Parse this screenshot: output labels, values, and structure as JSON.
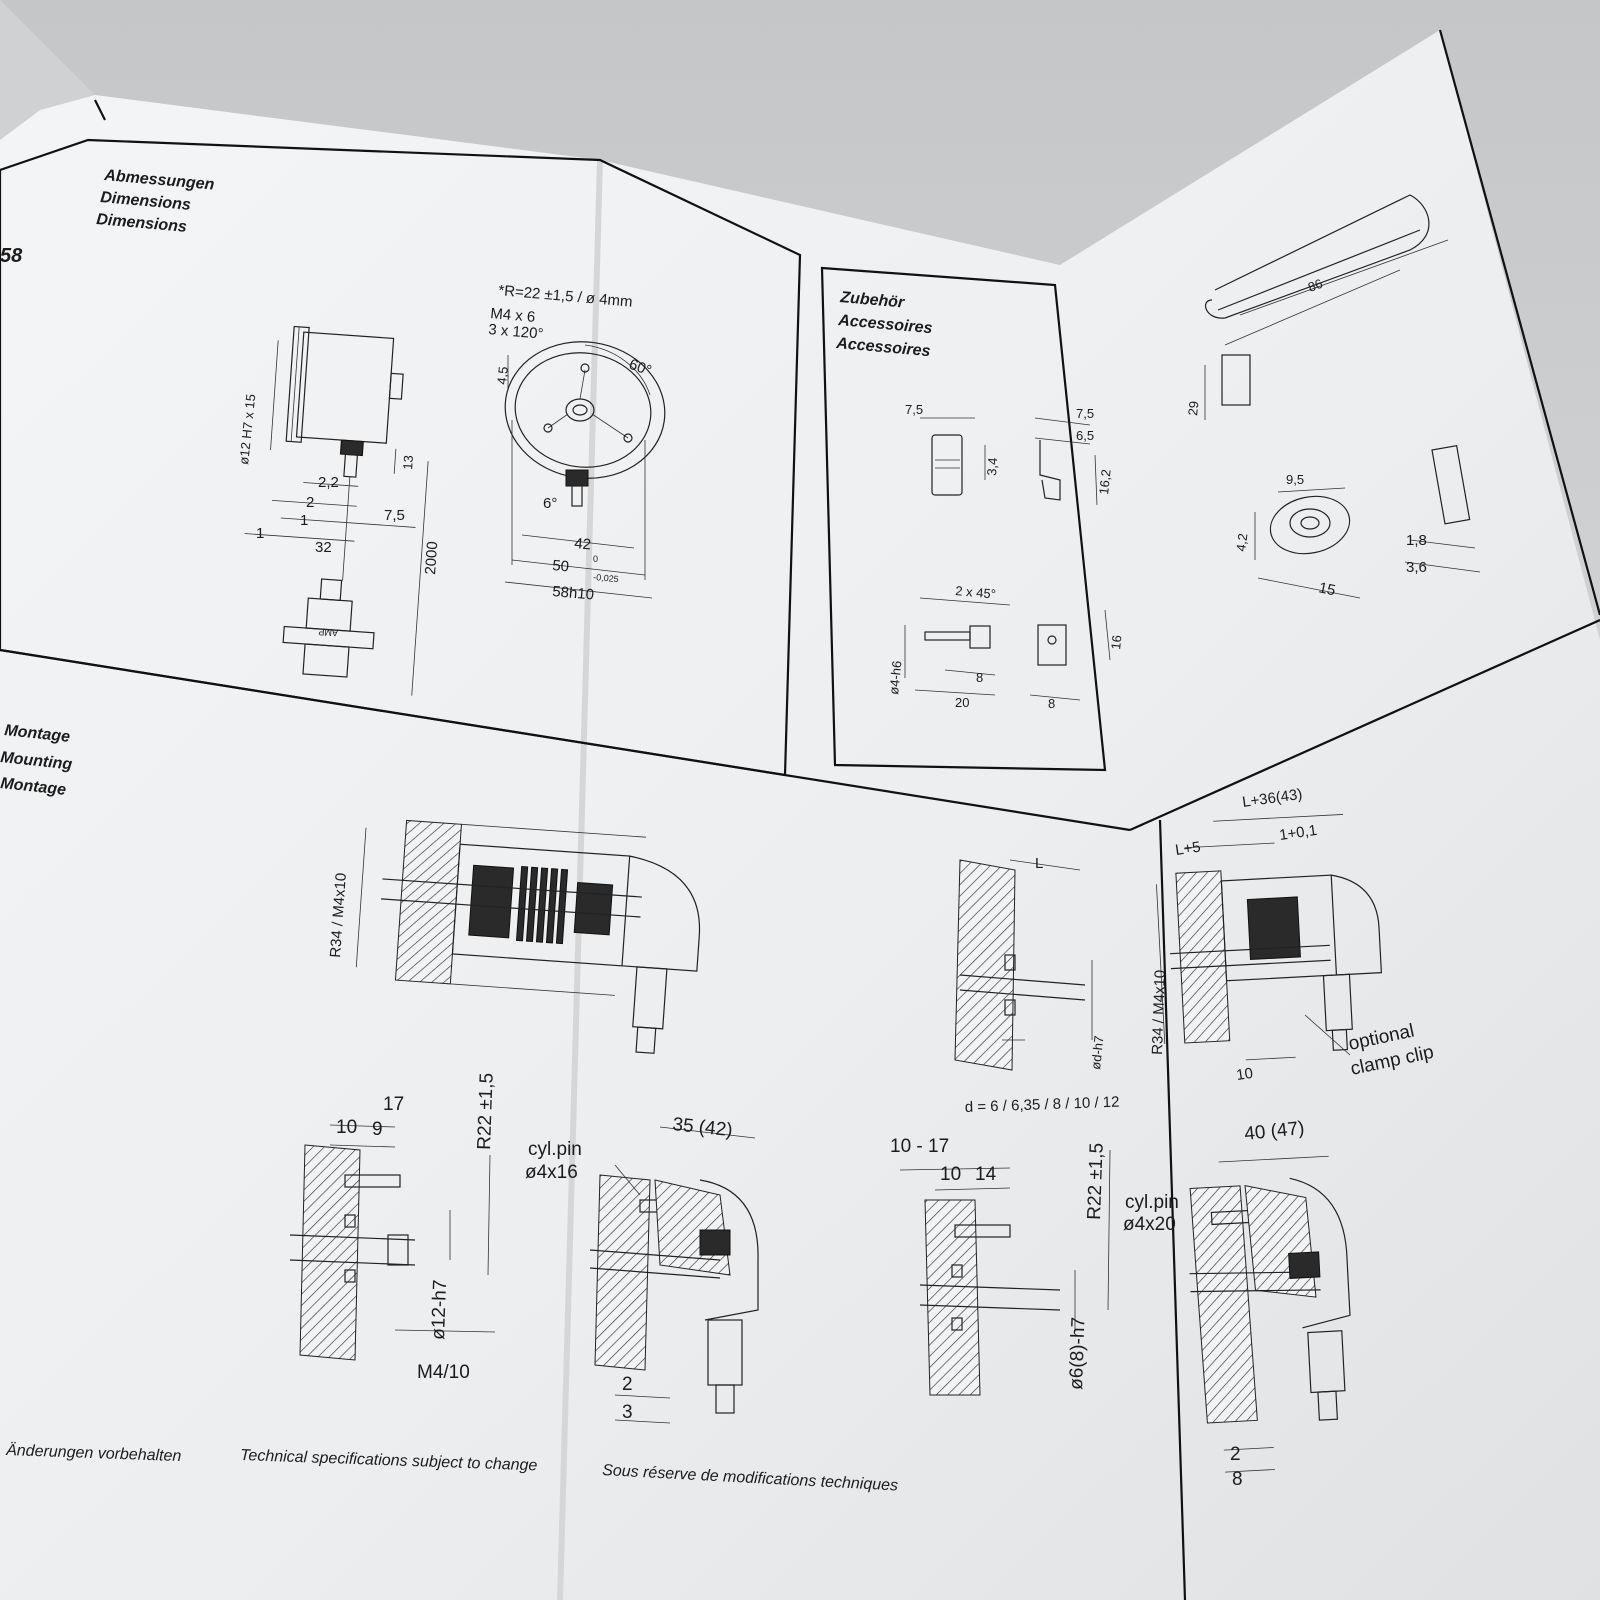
{
  "page": {
    "language_note": ""
  },
  "side_mark": "58",
  "dimensions": {
    "heading": [
      "Abmessungen",
      "Dimensions",
      "Dimensions"
    ],
    "side_view": {
      "diameter": "ø12 H7 x 15",
      "d13": "13",
      "d2_2": "2,2",
      "d2": "2",
      "d1a": "1",
      "d7_5": "7,5",
      "d1b": "1",
      "d32": "32",
      "cable": "2000",
      "connector": "AMP"
    },
    "front_view": {
      "note_r": "*R=22 ±1,5 / ø 4mm",
      "screw": "M4 x 6",
      "screw_pattern": "3 x 120°",
      "d4_5": "4,5",
      "angle60": "60°",
      "angle6": "6°",
      "d42": "42",
      "d50": "50",
      "tol_upper": "0",
      "tol_lower": "-0,025",
      "d58": "58h10"
    }
  },
  "accessories": {
    "heading": [
      "Zubehör",
      "Accessoires",
      "Accessoires"
    ],
    "labels": {
      "a7_5": "7,5",
      "a3_4": "3,4",
      "b7_5": "7,5",
      "b6_5": "6,5",
      "b16_2": "16,2",
      "c86": "86",
      "c29": "29",
      "d9_5": "9,5",
      "d4_2": "4,2",
      "d15": "15",
      "e1_8": "1,8",
      "e3_6": "3,6",
      "f2x45": "2 x 45°",
      "f_dia": "ø4-h6",
      "f8": "8",
      "f20": "20",
      "g8": "8",
      "g16": "16"
    }
  },
  "mounting": {
    "heading": [
      "Montage",
      "Mounting",
      "Montage"
    ],
    "labels": {
      "r34a": "R34 / M4x10",
      "L": "L",
      "dh7": "ød-h7",
      "l36": "L+36(43)",
      "l5": "L+5",
      "t01": "1+0,1",
      "r34b": "R34 / M4x10",
      "ten": "10",
      "optional": "optional",
      "clamp": "clamp clip",
      "d_values": "d = 6 / 6,35 / 8 / 10 / 12",
      "m17": "17",
      "m10": "10",
      "m9": "9",
      "r22a": "R22 ±1,5",
      "d12h7": "ø12-h7",
      "m4": "M4/10",
      "cyl1": "cyl.pin",
      "cyl1b": "ø4x16",
      "n35": "35 (42)",
      "n2": "2",
      "n3": "3",
      "k1017": "10 - 17",
      "k10": "10",
      "k14": "14",
      "r22b": "R22 ±1,5",
      "d6h7": "ø6(8)-h7",
      "cyl2": "cyl.pin",
      "cyl2b": "ø4x20",
      "p40": "40 (47)",
      "p2": "2",
      "p8": "8"
    }
  },
  "footer": {
    "de": "Änderungen vorbehalten",
    "en": "Technical specifications subject to change",
    "fr": "Sous réserve de modifications techniques"
  }
}
